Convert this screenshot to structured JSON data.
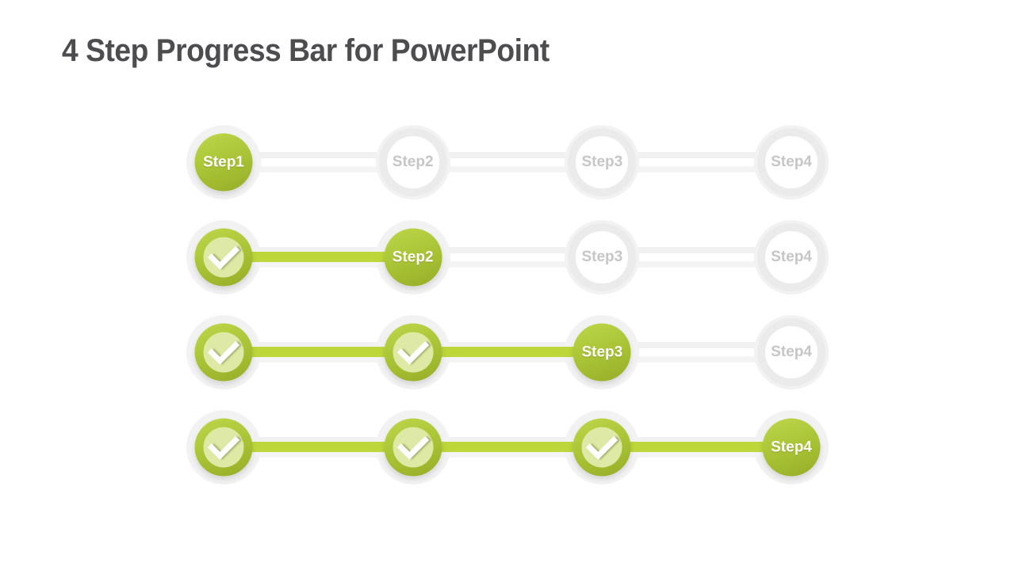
{
  "slide": {
    "title": "4 Step Progress Bar for PowerPoint"
  },
  "colors": {
    "accent_green": "#a8c335",
    "accent_green_light": "#bad447",
    "accent_green_dark": "#96ad27",
    "fill_bar_green": "#bdd63a",
    "done_inner_pale_green": "#dde9a5",
    "track_gray": "#f1f1f1",
    "halo_gray": "#f2f2f2",
    "inactive_ring_gray": "#ebebeb",
    "inactive_text_gray": "#c6c6c6",
    "title_text": "#4d4d4f",
    "background": "#ffffff"
  },
  "icons": {
    "check": "checkmark"
  },
  "progress_rows": [
    {
      "completed_steps": 0,
      "current_step": "Step1",
      "steps": [
        {
          "label": "Step1",
          "state": "active"
        },
        {
          "label": "Step2",
          "state": "inactive"
        },
        {
          "label": "Step3",
          "state": "inactive"
        },
        {
          "label": "Step4",
          "state": "inactive"
        }
      ]
    },
    {
      "completed_steps": 1,
      "current_step": "Step2",
      "steps": [
        {
          "label": "Step1",
          "state": "done"
        },
        {
          "label": "Step2",
          "state": "active"
        },
        {
          "label": "Step3",
          "state": "inactive"
        },
        {
          "label": "Step4",
          "state": "inactive"
        }
      ]
    },
    {
      "completed_steps": 2,
      "current_step": "Step3",
      "steps": [
        {
          "label": "Step1",
          "state": "done"
        },
        {
          "label": "Step2",
          "state": "done"
        },
        {
          "label": "Step3",
          "state": "active"
        },
        {
          "label": "Step4",
          "state": "inactive"
        }
      ]
    },
    {
      "completed_steps": 3,
      "current_step": "Step4",
      "steps": [
        {
          "label": "Step1",
          "state": "done"
        },
        {
          "label": "Step2",
          "state": "done"
        },
        {
          "label": "Step3",
          "state": "done"
        },
        {
          "label": "Step4",
          "state": "active"
        }
      ]
    }
  ]
}
